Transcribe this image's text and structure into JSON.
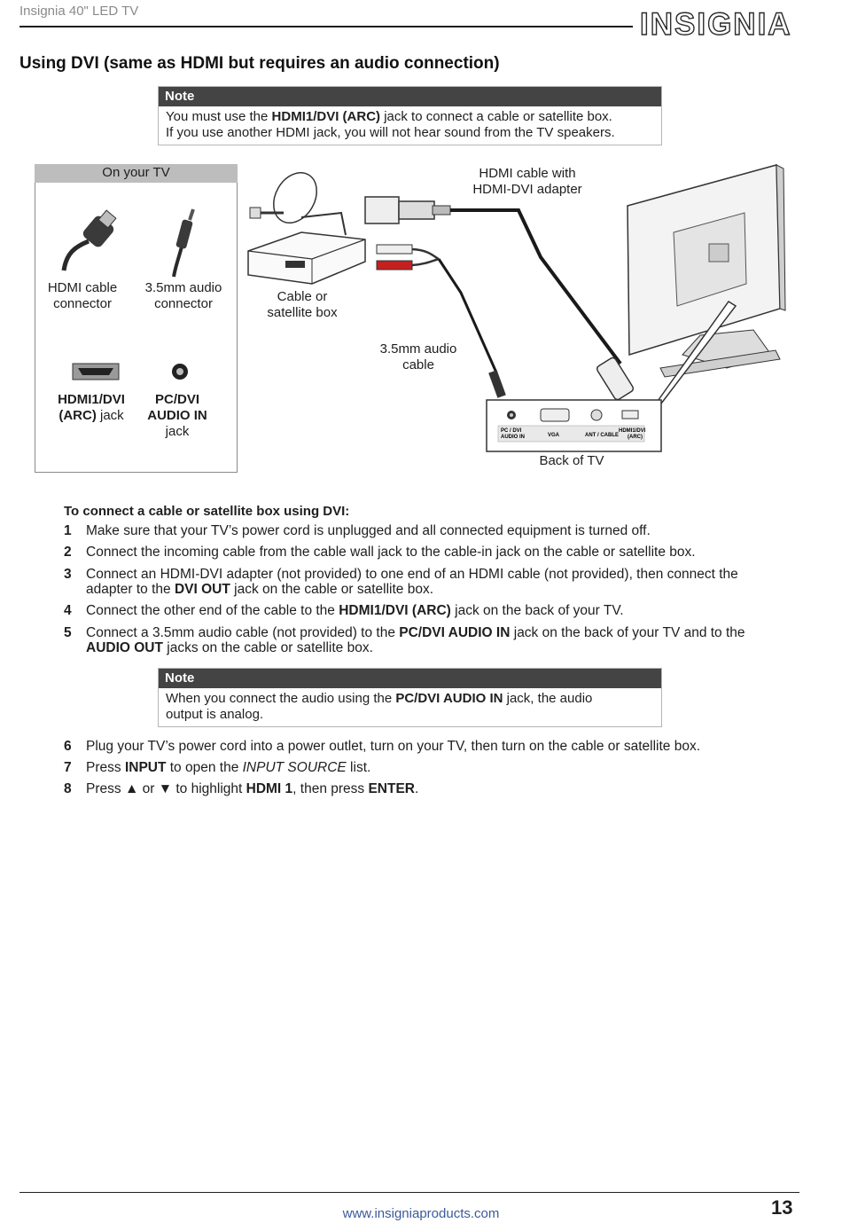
{
  "header": {
    "title": "Insignia 40\" LED TV",
    "logo_text": "INSIGNIA"
  },
  "section_title": "Using DVI (same as HDMI but requires an audio connection)",
  "note1": {
    "label": "Note",
    "line1_pre": "You must use the ",
    "line1_bold": "HDMI1/DVI (ARC)",
    "line1_post": " jack to connect a cable or satellite box.",
    "line2": "If you use another HDMI jack, you will not hear sound from the TV speakers."
  },
  "diagram": {
    "panel_title": "On your TV",
    "hdmi_connector": [
      "HDMI cable",
      "connector"
    ],
    "audio_connector": [
      "3.5mm audio",
      "connector"
    ],
    "hdmi_jack": {
      "bold1": "HDMI1/DVI",
      "bold2": "(ARC)",
      "plain2": " jack"
    },
    "audio_jack": {
      "bold1": "PC/DVI",
      "bold2": "AUDIO IN",
      "plain3": "jack"
    },
    "cable_box_label": [
      "Cable or",
      "satellite box"
    ],
    "hdmi_cable_label": [
      "HDMI cable with",
      "HDMI-DVI adapter"
    ],
    "audio_cable_label": [
      "3.5mm audio",
      "cable"
    ],
    "back_of_tv_label": "Back of TV",
    "port_labels": {
      "pc_audio": [
        "PC / DVI",
        "AUDIO IN"
      ],
      "vga": "VGA",
      "ant": "ANT / CABLE",
      "hdmi": [
        "HDMI1/DVI",
        "(ARC)"
      ]
    }
  },
  "steps_heading": "To connect a cable or satellite box using DVI:",
  "steps": {
    "s1": {
      "num": "1",
      "text": "Make sure that your TV’s power cord is unplugged and all connected equipment is turned off."
    },
    "s2": {
      "num": "2",
      "text": "Connect the incoming cable from the cable wall jack to the cable-in jack on the cable or satellite box."
    },
    "s3": {
      "num": "3",
      "line1": "Connect an HDMI-DVI adapter (not provided) to one end of an HDMI cable (not provided), then connect the",
      "line2_pre": "adapter to the ",
      "line2_bold": "DVI OUT",
      "line2_post": " jack on the cable or satellite box."
    },
    "s4": {
      "num": "4",
      "pre": "Connect the other end of the cable to the ",
      "bold": "HDMI1/DVI (ARC)",
      "post": " jack on the back of your TV."
    },
    "s5": {
      "num": "5",
      "pre": "Connect a 3.5mm audio cable (not provided) to the ",
      "bold1": "PC/DVI AUDIO IN",
      "mid": " jack on the back of your TV and to the",
      "bold2": "AUDIO OUT",
      "post": " jacks on the cable or satellite box."
    },
    "s6": {
      "num": "6",
      "text": "Plug your TV’s power cord into a power outlet, turn on your TV, then turn on the cable or satellite box."
    },
    "s7": {
      "num": "7",
      "pre": "Press ",
      "bold": "INPUT",
      "mid": " to open the ",
      "italic": "INPUT SOURCE",
      "post": " list."
    },
    "s8": {
      "num": "8",
      "pre": "Press ",
      "up": "▲",
      "or": " or ",
      "down": "▼",
      "mid": " to highlight ",
      "bold1": "HDMI 1",
      "mid2": ", then press ",
      "bold2": "ENTER",
      "post": "."
    }
  },
  "note2": {
    "label": "Note",
    "line1_pre": "When you connect the audio using the ",
    "line1_bold": "PC/DVI AUDIO IN",
    "line1_post": " jack, the audio",
    "line2": "output is analog."
  },
  "footer": {
    "url": "www.insigniaproducts.com",
    "page": "13"
  }
}
